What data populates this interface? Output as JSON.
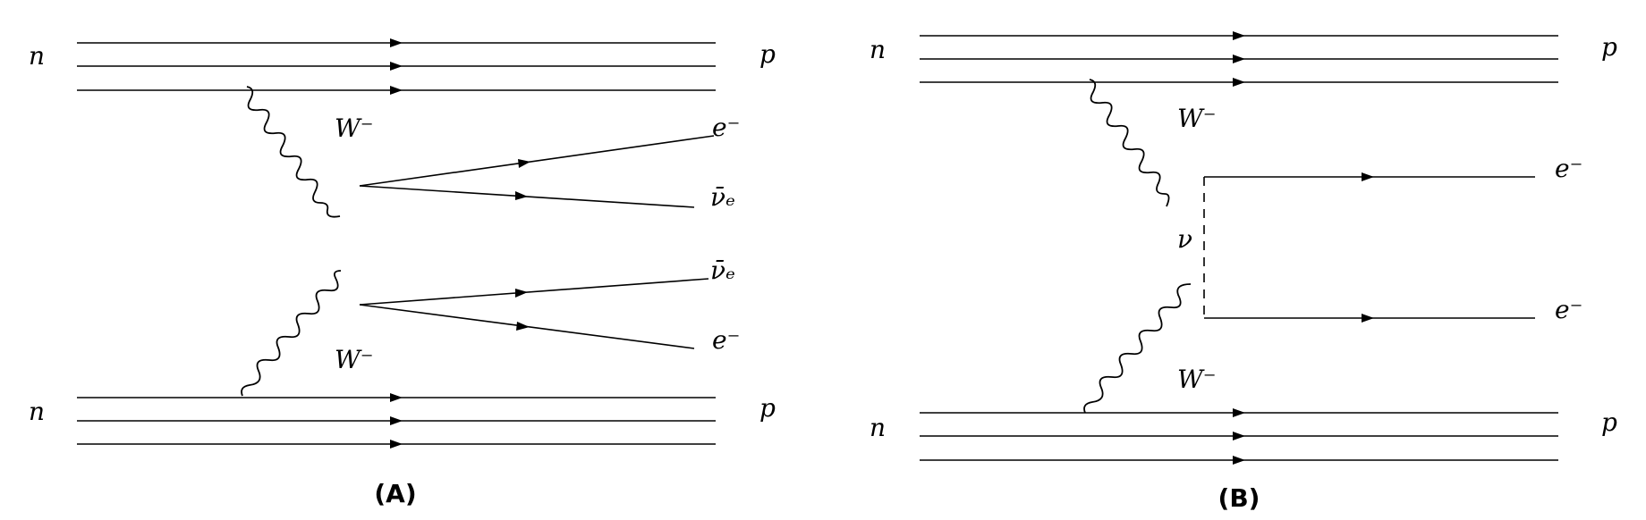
{
  "diagram_a": {
    "caption": "(A)",
    "n_top": "n",
    "p_top": "p",
    "n_bottom": "n",
    "p_bottom": "p",
    "w_top": "W⁻",
    "w_bottom": "W⁻",
    "e_top": "e⁻",
    "nubar_top": "ν̄ₑ",
    "nubar_bottom": "ν̄ₑ",
    "e_bottom": "e⁻"
  },
  "diagram_b": {
    "caption": "(B)",
    "n_top": "n",
    "p_top": "p",
    "n_bottom": "n",
    "p_bottom": "p",
    "w_top": "W⁻",
    "w_bottom": "W⁻",
    "nu": "ν",
    "e_top": "e⁻",
    "e_bottom": "e⁻"
  }
}
